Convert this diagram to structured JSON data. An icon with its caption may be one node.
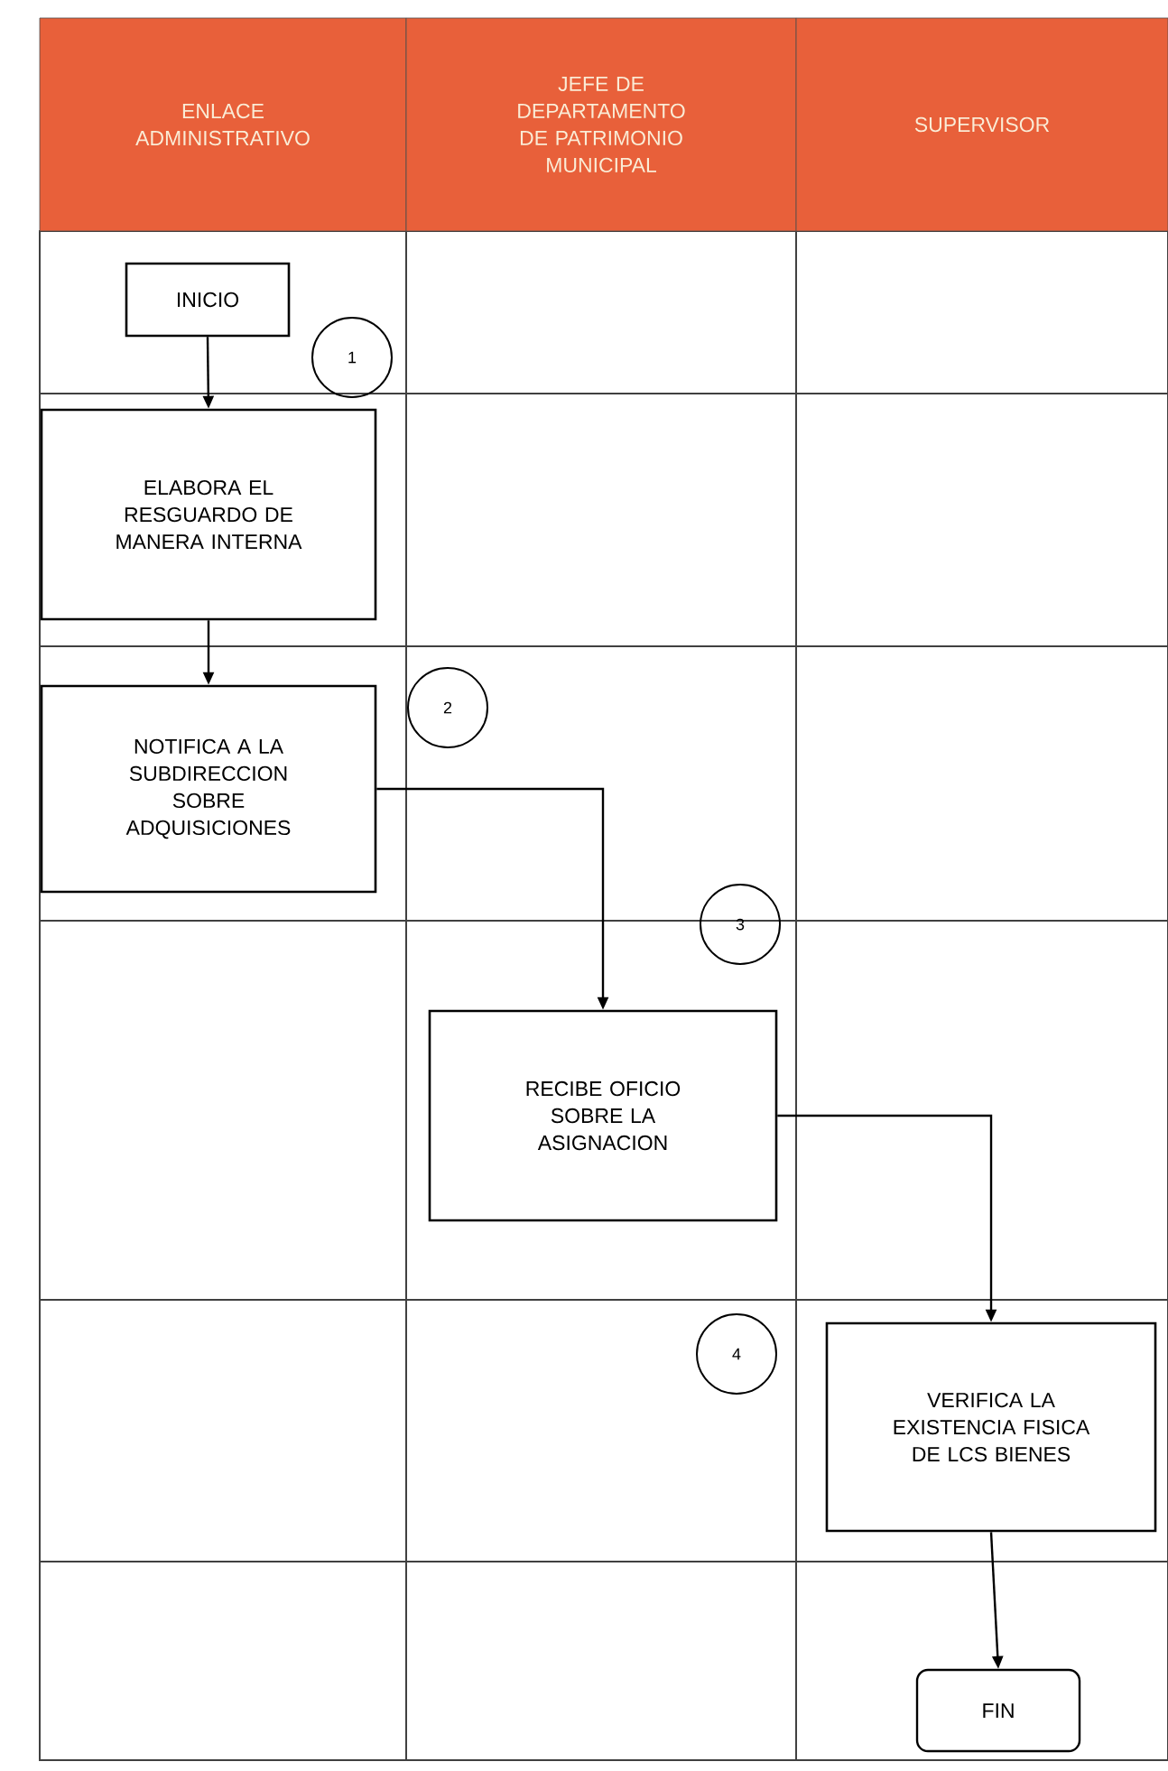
{
  "diagram": {
    "nodes": [
      {
        "text": [
          "ENLACE ADMINISTRATIVO"
        ]
      },
      {
        "text": [
          "JEFE DE DEPARTAMENTO DE PATRIMONIO MUNICIPAL"
        ]
      },
      {
        "text": [
          "SUPERVISOR"
        ]
      },
      {
        "text": [
          "INICIO"
        ]
      },
      {
        "text": [
          "1"
        ]
      },
      {
        "text": [
          "ELABORA EL RESGUARDO DE MANERA INTERNA"
        ]
      },
      {
        "text": [
          "NOTIFICA A LA SUBDIRECCION SOBRE ADQUISICIONES"
        ]
      },
      {
        "text": [
          "2"
        ]
      },
      {
        "text": [
          "3"
        ]
      },
      {
        "text": [
          "RECIBE OFICIO SOBRE LA ASIGNACION"
        ]
      },
      {
        "text": [
          "4"
        ]
      },
      {
        "text": [
          "VERIFICA LA EXISTENCIA FISICA DE LCS BIENES"
        ]
      },
      {
        "text": [
          "FIN"
        ]
      }
    ],
    "edges": [
      {
        "from": 3,
        "to": 5,
        "arrow": "to"
      },
      {
        "from": 5,
        "to": 6,
        "arrow": "to"
      },
      {
        "from": 6,
        "to": 9,
        "arrow": "to"
      },
      {
        "from": 9,
        "to": 11,
        "arrow": "to"
      },
      {
        "from": 11,
        "to": 12,
        "arrow": "to"
      }
    ]
  }
}
